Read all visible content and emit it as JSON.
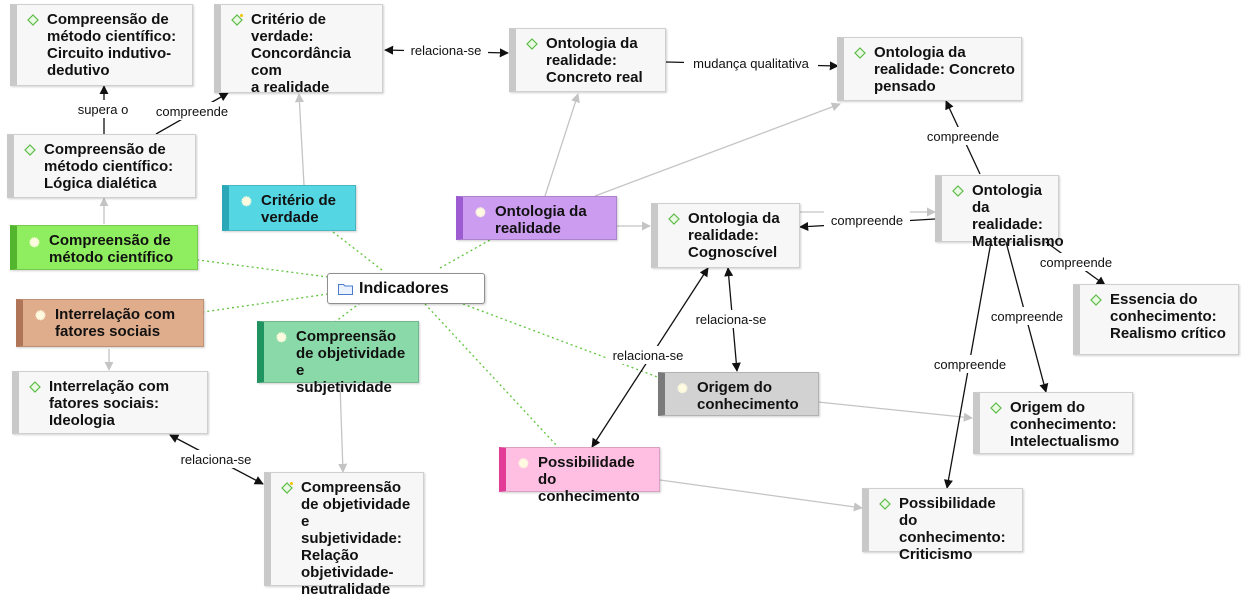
{
  "colors": {
    "green": "#8fee5f",
    "green_border": "#53b52e",
    "cyan": "#55d6e3",
    "cyan_border": "#2aa8b8",
    "salmon": "#dfac8c",
    "salmon_border": "#b07457",
    "teal": "#8ad9a8",
    "teal_border": "#1f9460",
    "purple": "#cc9cf0",
    "purple_border": "#9c5bd0",
    "gray": "#d2d2d2",
    "gray_border": "#7a7a7a",
    "pink": "#ffbfe2",
    "pink_border": "#e33c97"
  },
  "center": {
    "label": "Indicadores",
    "icon": "folder-icon"
  },
  "codes": {
    "compreensao_metodo": "Compreensão de\nmétodo científico",
    "criterio_verdade": "Critério de\nverdade",
    "interrelacao": "Interrelação com\nfatores sociais",
    "compreensao_objetividade": "Compreensão\nde objetividade e\nsubjetividade",
    "ontologia": "Ontologia da\nrealidade",
    "origem": "Origem do\nconhecimento",
    "possibilidade": "Possibilidade\ndo conhecimento"
  },
  "quotes": {
    "circuito": "Compreensão de\nmétodo científico:\nCircuito indutivo-\ndedutivo",
    "concordancia": "Critério de\nverdade:\nConcordância com\na realidade",
    "concreto_real": "Ontologia da\nrealidade:\nConcreto real",
    "concreto_pensado": "Ontologia da\nrealidade: Concreto\npensado",
    "logica_dialetica": "Compreensão de\nmétodo científico:\nLógica dialética",
    "cognoscivel": "Ontologia da\nrealidade:\nCognoscível",
    "materialismo": "Ontologia\nda realidade:\nMaterialismo",
    "essencia": "Essencia do\nconhecimento:\nRealismo crítico",
    "ideologia": "Interrelação com\nfatores sociais:\nIdeologia",
    "intelectualismo": "Origem do\nconhecimento:\nIntelectualismo",
    "criticismo": "Possibilidade\ndo conhecimento:\nCriticismo",
    "relacao_objetividade": "Compreensão\nde objetividade e\nsubjetividade:\nRelação\nobjetividade-\nneutralidade"
  },
  "edge_labels": {
    "supera": "supera o",
    "compreende": "compreende",
    "relaciona": "relaciona-se",
    "mudanca": "mudança qualitativa"
  }
}
